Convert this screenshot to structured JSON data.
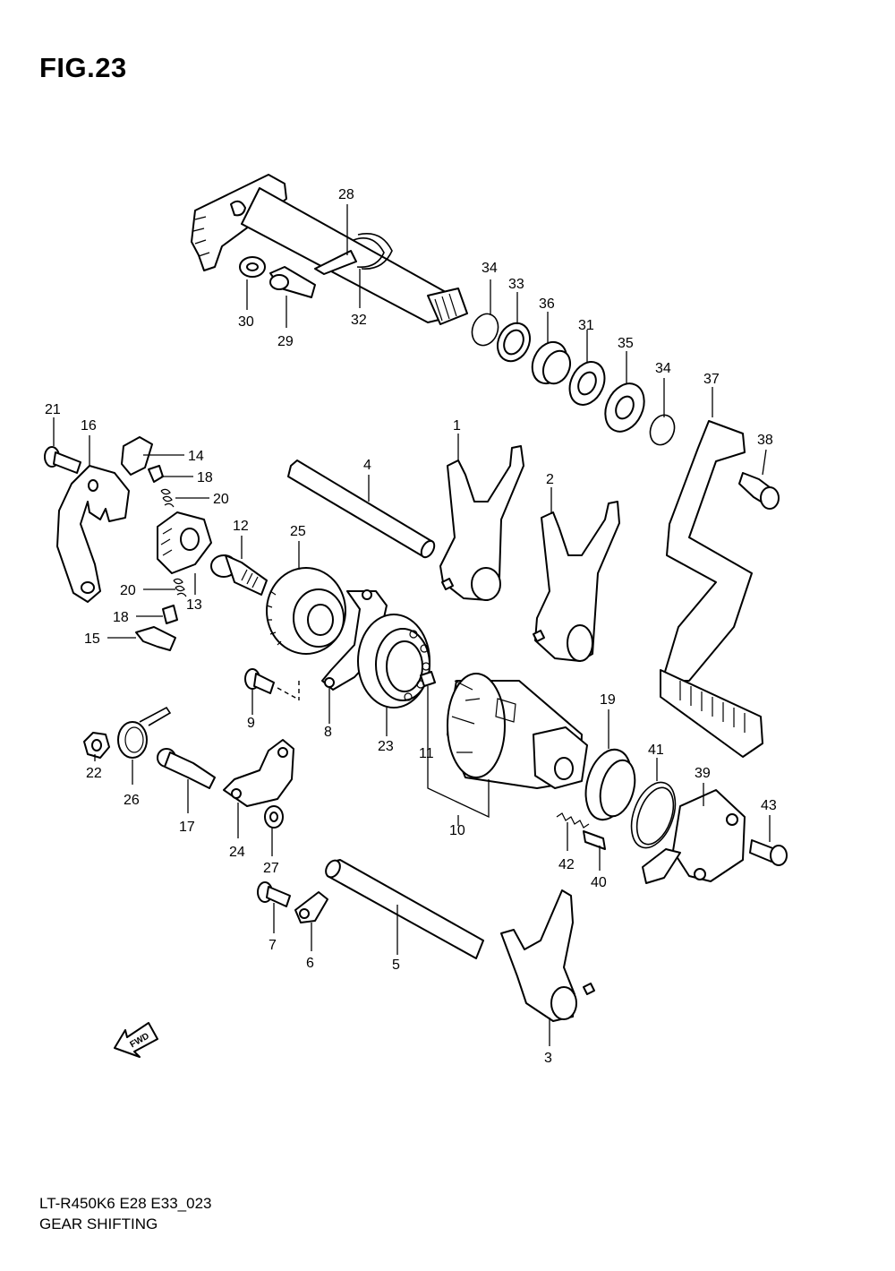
{
  "figure_title": "FIG.23",
  "footer": {
    "code": "LT-R450K6 E28 E33_023",
    "name": "GEAR SHIFTING"
  },
  "fwd_label": "FWD",
  "callouts": [
    "1",
    "2",
    "3",
    "4",
    "5",
    "6",
    "7",
    "8",
    "9",
    "10",
    "11",
    "12",
    "13",
    "14",
    "15",
    "16",
    "17",
    "18",
    "18",
    "19",
    "20",
    "20",
    "21",
    "22",
    "23",
    "24",
    "25",
    "26",
    "27",
    "28",
    "29",
    "30",
    "31",
    "32",
    "33",
    "34",
    "34",
    "35",
    "36",
    "37",
    "38",
    "39",
    "40",
    "41",
    "42",
    "43"
  ]
}
